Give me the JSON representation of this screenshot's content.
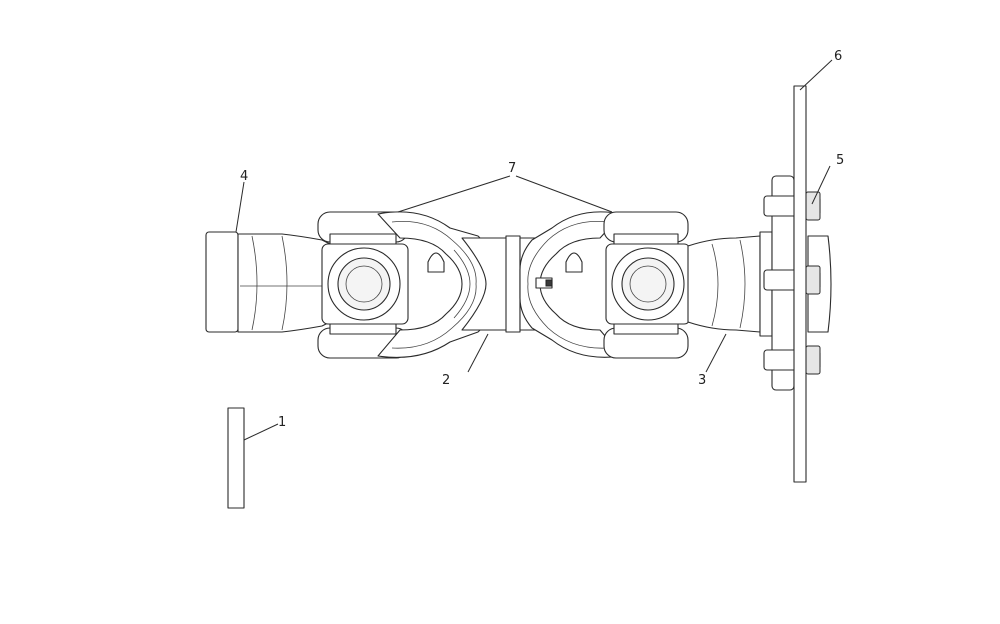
{
  "callouts": [
    {
      "id": "c1",
      "label": "1"
    },
    {
      "id": "c2",
      "label": "2"
    },
    {
      "id": "c3",
      "label": "3"
    },
    {
      "id": "c4",
      "label": "4"
    },
    {
      "id": "c5",
      "label": "5"
    },
    {
      "id": "c6",
      "label": "6"
    },
    {
      "id": "c7",
      "label": "7"
    }
  ],
  "colors": {
    "line": "#2b2b2b",
    "background": "#ffffff"
  }
}
